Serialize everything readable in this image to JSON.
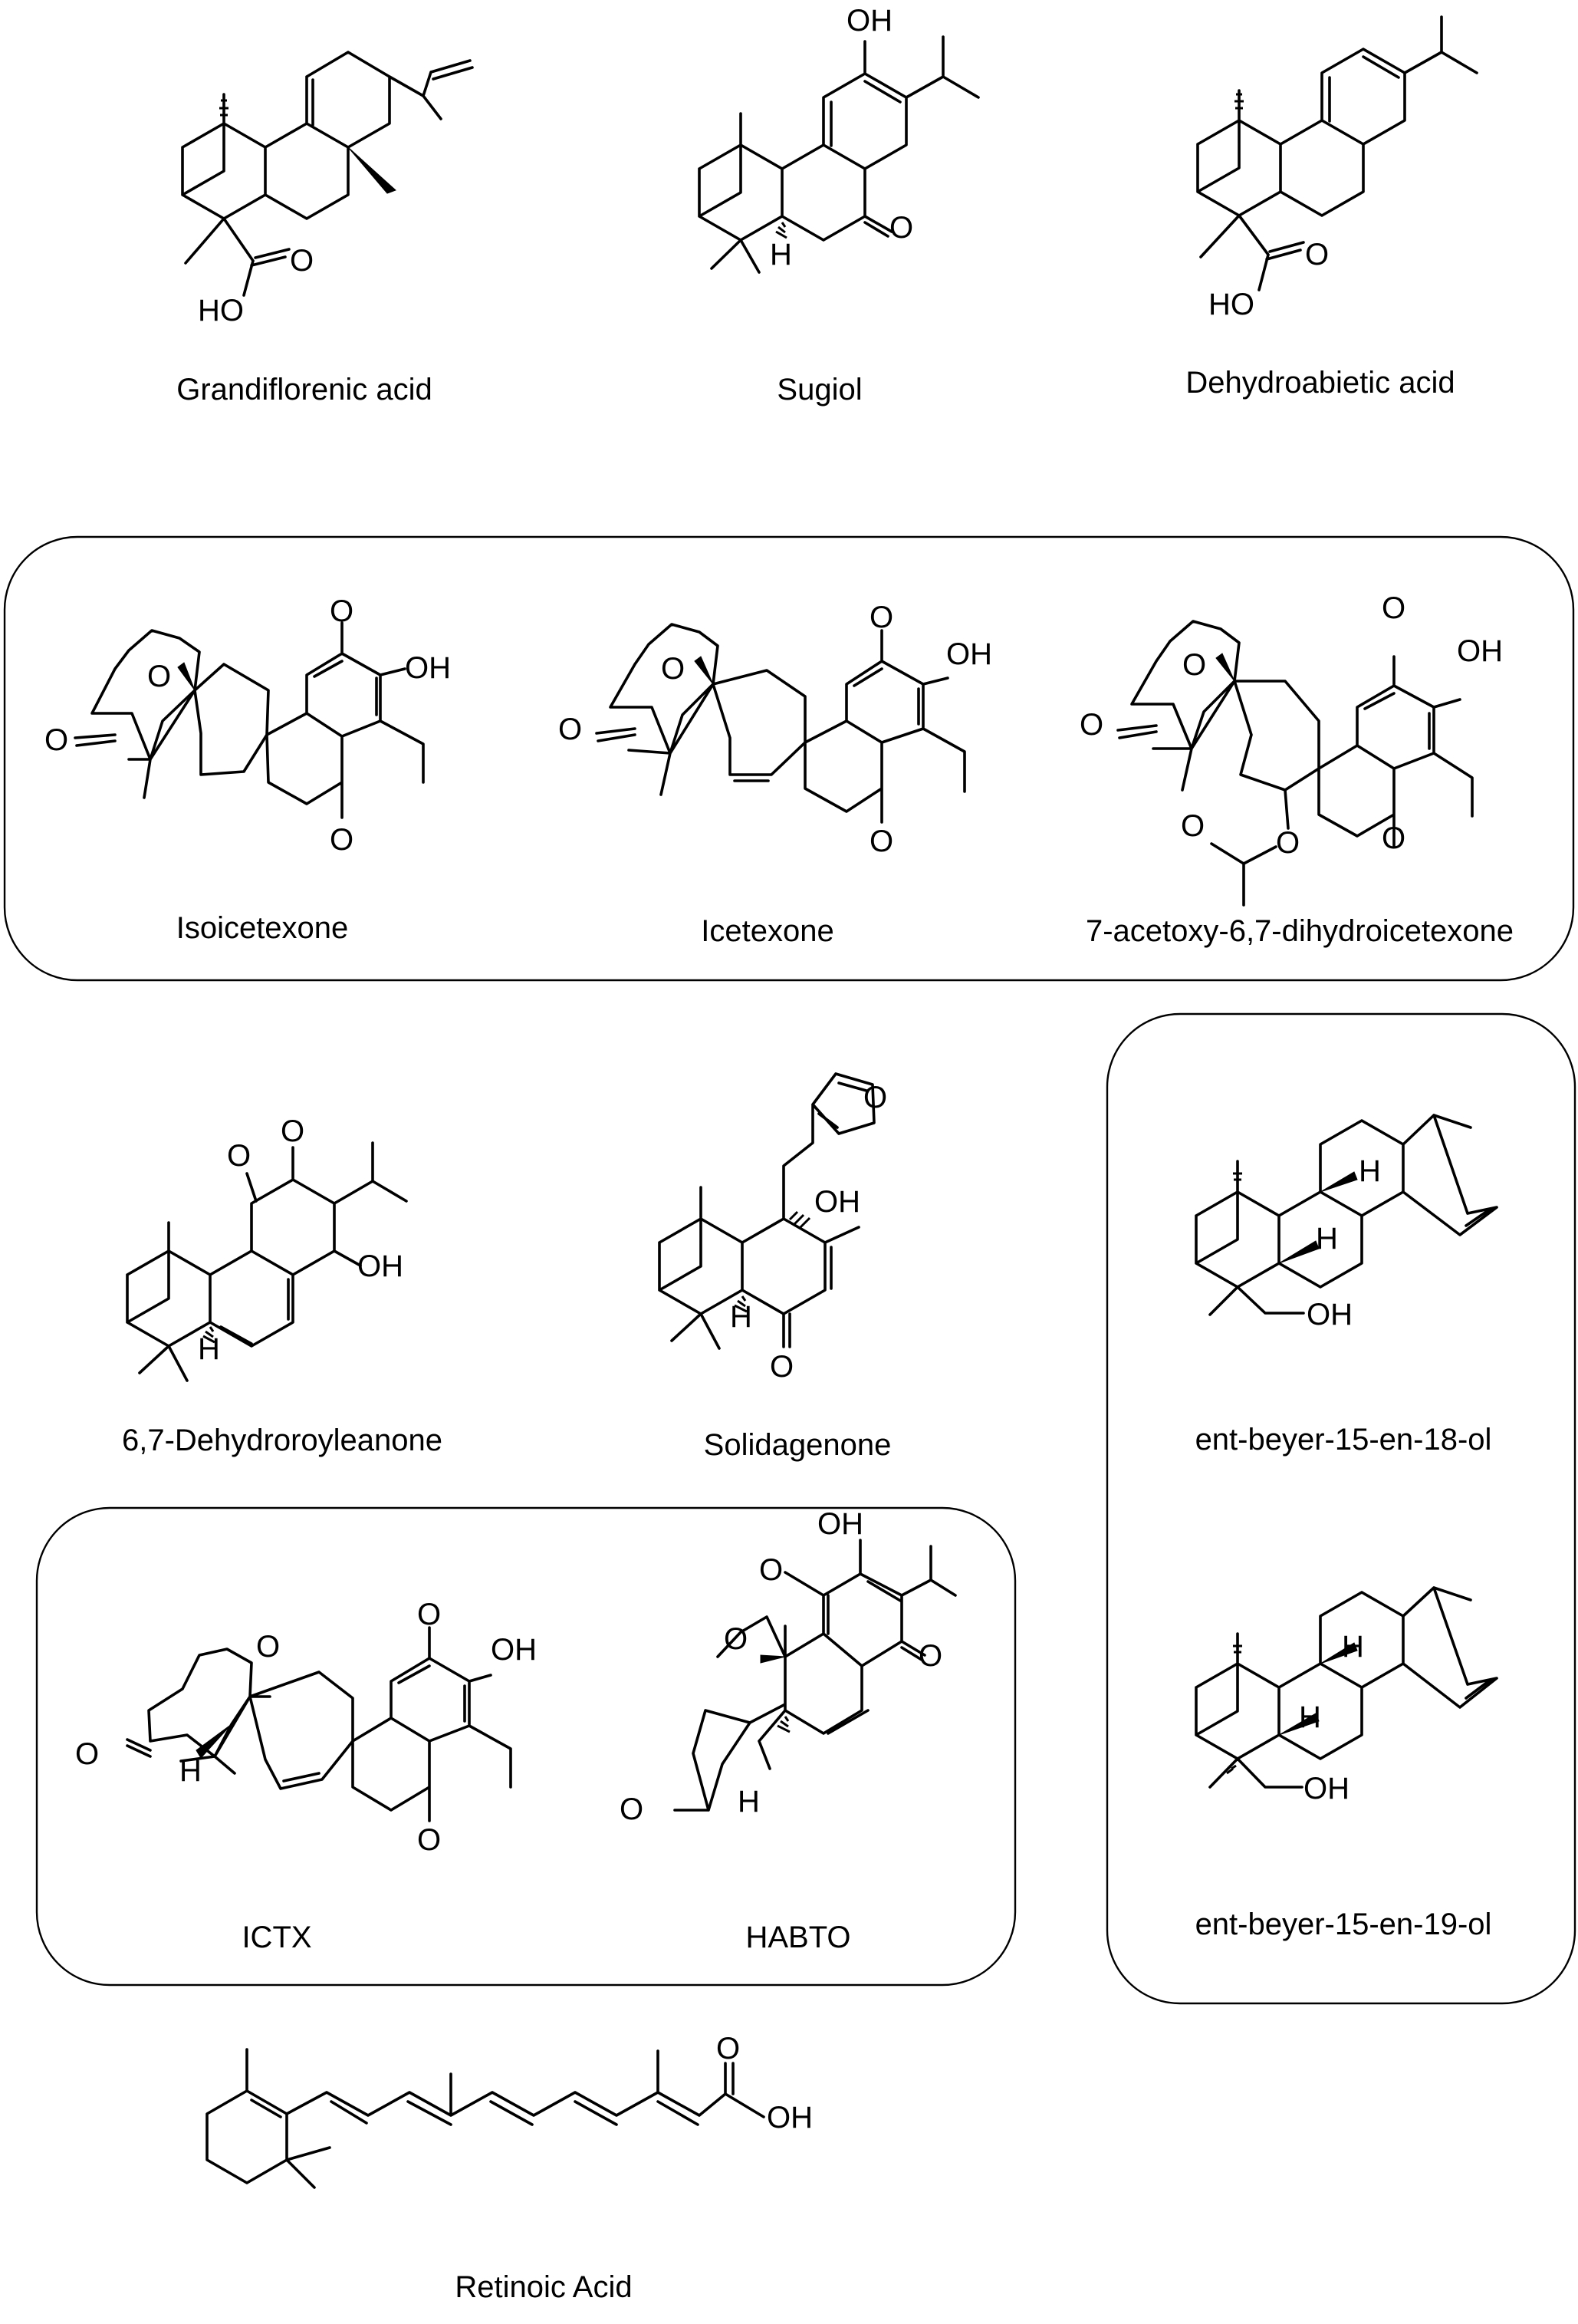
{
  "figure": {
    "title": "",
    "compounds": [
      {
        "id": "grandiflorenic",
        "name": "Grandiflorenic acid"
      },
      {
        "id": "sugiol",
        "name": "Sugiol"
      },
      {
        "id": "dehydroabietic",
        "name": "Dehydroabietic acid"
      },
      {
        "id": "isoicetexone",
        "name": "Isoicetexone"
      },
      {
        "id": "icetexone",
        "name": "Icetexone"
      },
      {
        "id": "acetoxy",
        "name": "7-acetoxy-6,7-dihydroicetexone"
      },
      {
        "id": "dehydroroyleanone",
        "name": "6,7-Dehydroroyleanone"
      },
      {
        "id": "solidagenone",
        "name": "Solidagenone"
      },
      {
        "id": "beyer18",
        "name": "ent-beyer-15-en-18-ol"
      },
      {
        "id": "ictx",
        "name": "ICTX"
      },
      {
        "id": "habto",
        "name": "HABTO"
      },
      {
        "id": "beyer19",
        "name": "ent-beyer-15-en-19-ol"
      },
      {
        "id": "retinoic",
        "name": "Retinoic Acid"
      }
    ],
    "atoms": {
      "oh": "OH",
      "ho": "HO",
      "o": "O",
      "h": "H"
    }
  }
}
